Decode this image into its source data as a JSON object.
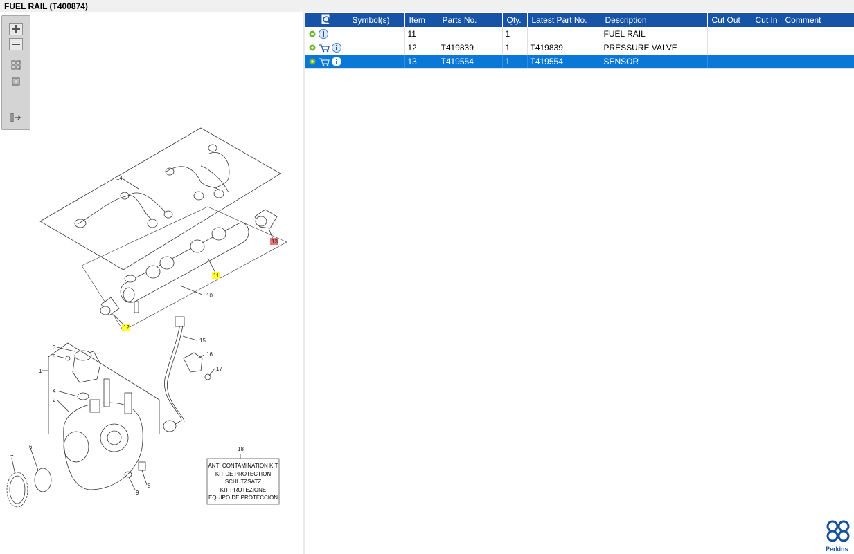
{
  "window": {
    "title": "FUEL RAIL (T400874)"
  },
  "toolbar": {
    "zoom_in": "zoom-in",
    "zoom_out": "zoom-out",
    "fit": "fit-view",
    "actual": "actual-size",
    "export": "export-list"
  },
  "table": {
    "headers": [
      "Symbol(s)",
      "Item",
      "Parts No.",
      "Qty.",
      "Latest Part No.",
      "Description",
      "Cut Out",
      "Cut In",
      "Comment"
    ],
    "rows": [
      {
        "item": "11",
        "part_no": "",
        "qty": "1",
        "latest": "",
        "description": "FUEL RAIL",
        "cut_out": "",
        "cut_in": "",
        "comment": "",
        "cart": false,
        "selected": false
      },
      {
        "item": "12",
        "part_no": "T419839",
        "qty": "1",
        "latest": "T419839",
        "description": "PRESSURE VALVE",
        "cut_out": "",
        "cut_in": "",
        "comment": "",
        "cart": true,
        "selected": false
      },
      {
        "item": "13",
        "part_no": "T419554",
        "qty": "1",
        "latest": "T419554",
        "description": "SENSOR",
        "cut_out": "",
        "cut_in": "",
        "comment": "",
        "cart": true,
        "selected": true
      }
    ]
  },
  "diagram": {
    "callouts": [
      "14",
      "13",
      "11",
      "10",
      "12",
      "15",
      "16",
      "17",
      "3",
      "5",
      "1",
      "4",
      "2",
      "6",
      "7",
      "18",
      "9",
      "8"
    ],
    "kit_lines": [
      "ANTI CONTAMINATION KIT",
      "KIT DE PROTECTION",
      "SCHUTZSATZ",
      "KIT PROTEZIONE",
      "EQUIPO DE PROTECCION"
    ]
  },
  "brand": {
    "name": "Perkins",
    "color": "#14509c"
  },
  "colors": {
    "header_bg": "#1753a6",
    "selected_row": "#0a78d7",
    "highlight_yellow": "#ffff33",
    "highlight_red": "#e87878"
  }
}
